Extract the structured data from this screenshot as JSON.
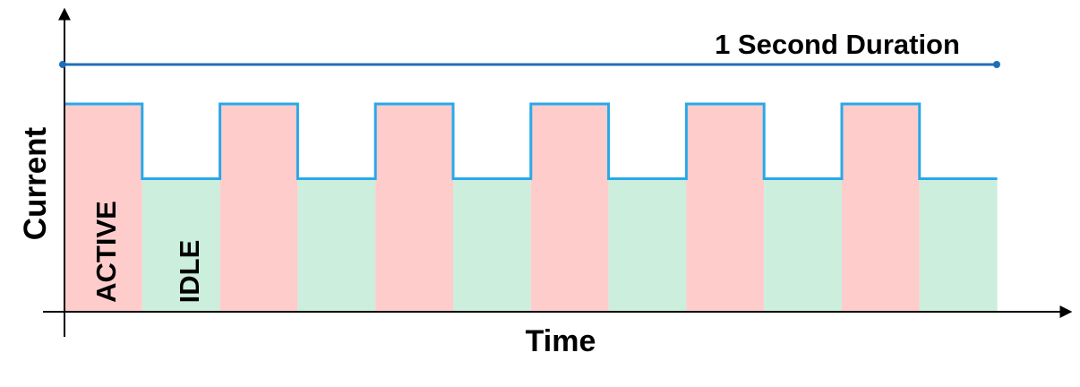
{
  "labels": {
    "duration": "1 Second Duration",
    "y_axis": "Current",
    "x_axis": "Time",
    "active": "ACTIVE",
    "idle": "IDLE"
  },
  "cycle_count": 6,
  "current_levels": {
    "active": 1.0,
    "idle": 0.64
  },
  "colors": {
    "active_fill": "#FFCCCC",
    "idle_fill": "#CCEEDD",
    "current_line": "#29A8E8",
    "duration_line": "#1F6FB8",
    "axis": "#000000"
  }
}
